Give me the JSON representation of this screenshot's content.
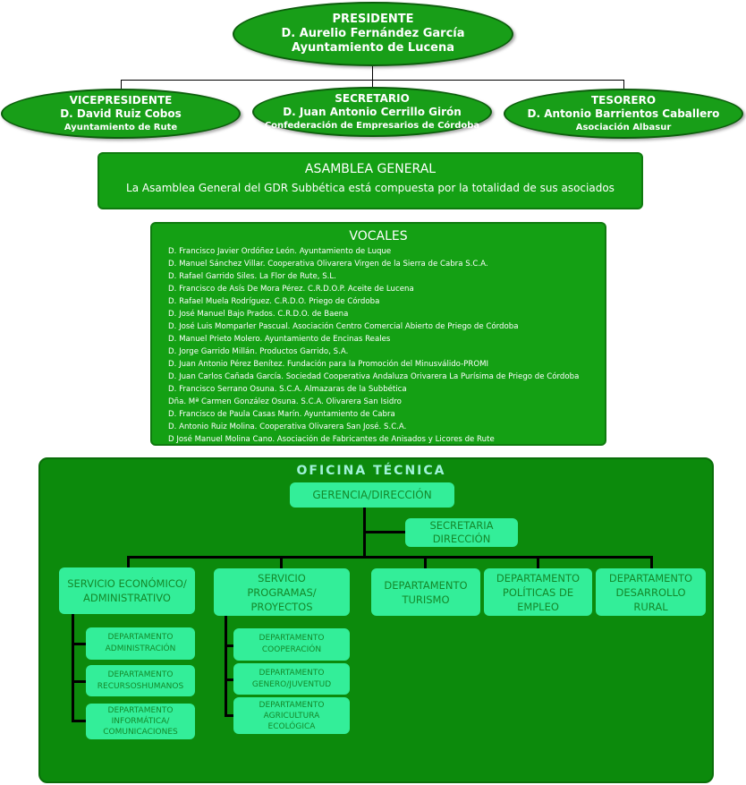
{
  "president": {
    "role": "PRESIDENTE",
    "name": "D. Aurelio Fernández García",
    "org": "Ayuntamiento de Lucena"
  },
  "vicepresident": {
    "role": "VICEPRESIDENTE",
    "name": "D. David Ruiz Cobos",
    "org": "Ayuntamiento de Rute"
  },
  "secretary": {
    "role": "SECRETARIO",
    "name": "D. Juan Antonio Cerrillo Girón",
    "org": "Confederación de Empresarios de Córdoba"
  },
  "treasurer": {
    "role": "TESORERO",
    "name": "D. Antonio Barrientos Caballero",
    "org": "Asociación Albasur"
  },
  "assembly": {
    "title": "ASAMBLEA GENERAL",
    "text": "La Asamblea General del GDR Subbética está compuesta por la totalidad de sus asociados"
  },
  "vocales": {
    "title": "VOCALES",
    "items": [
      "D. Francisco Javier Ordóñez León. Ayuntamiento de Luque",
      "D. Manuel Sánchez Villar. Cooperativa Olivarera Virgen de la Sierra de Cabra S.C.A.",
      "D. Rafael Garrido Siles. La Flor de Rute, S.L.",
      "D. Francisco de Asís De Mora Pérez. C.R.D.O.P. Aceite de Lucena",
      "D. Rafael Muela Rodríguez. C.R.D.O. Priego de Córdoba",
      "D. José Manuel Bajo Prados. C.R.D.O. de Baena",
      "D. José Luis Momparler Pascual. Asociación Centro Comercial Abierto de Priego de Córdoba",
      "D. Manuel Prieto Molero. Ayuntamiento de Encinas Reales",
      "D. Jorge Garrido Millán. Productos Garrido, S.A.",
      "D. Juan Antonio Pérez Benítez. Fundación para la Promoción del Minusválido-PROMI",
      "D. Juan Carlos Cañada García. Sociedad Cooperativa Andaluza Orivarera La Purísima de Priego de Córdoba",
      "D. Francisco Serrano Osuna. S.C.A. Almazaras de la Subbética",
      "Dña. Mª Carmen González Osuna. S.C.A. Olivarera San Isidro",
      "D. Francisco de Paula Casas Marín. Ayuntamiento de Cabra",
      "D. Antonio Ruiz Molina. Cooperativa Olivarera San José. S.C.A.",
      "D José Manuel Molina Cano. Asociación de Fabricantes de Anisados y Licores de Rute"
    ]
  },
  "oficina": {
    "title": "OFICINA TÉCNICA",
    "gerencia": "GERENCIA/DIRECCIÓN",
    "secretaria": [
      "SECRETARIA",
      "DIRECCIÓN"
    ],
    "servicio_economico": [
      "SERVICIO ECONÓMICO/",
      "ADMINISTRATIVO"
    ],
    "servicio_programas": [
      "SERVICIO",
      "PROGRAMAS/",
      "PROYECTOS"
    ],
    "dep_turismo": [
      "DEPARTAMENTO",
      "TURISMO"
    ],
    "dep_empleo": [
      "DEPARTAMENTO",
      "POLÍTICAS DE",
      "EMPLEO"
    ],
    "dep_rural": [
      "DEPARTAMENTO",
      "DESARROLLO",
      "RURAL"
    ],
    "dep_admin": [
      "DEPARTAMENTO",
      "ADMINISTRACIÓN"
    ],
    "dep_rrhh": [
      "DEPARTAMENTO",
      "RECURSOSHUMANOS"
    ],
    "dep_info": [
      "DEPARTAMENTO",
      "INFORMÁTICA/",
      "COMUNICACIONES"
    ],
    "dep_coop": [
      "DEPARTAMENTO",
      "COOPERACIÓN"
    ],
    "dep_genero": [
      "DEPARTAMENTO",
      "GENERO/JUVENTUD"
    ],
    "dep_agri": [
      "DEPARTAMENTO",
      "AGRICULTURA",
      "ECOLÓGICA"
    ]
  },
  "colors": {
    "dark_green": "#189e18",
    "panel_green": "#0c8a0c",
    "mint": "#33ee99",
    "mint_text": "#14892b"
  }
}
